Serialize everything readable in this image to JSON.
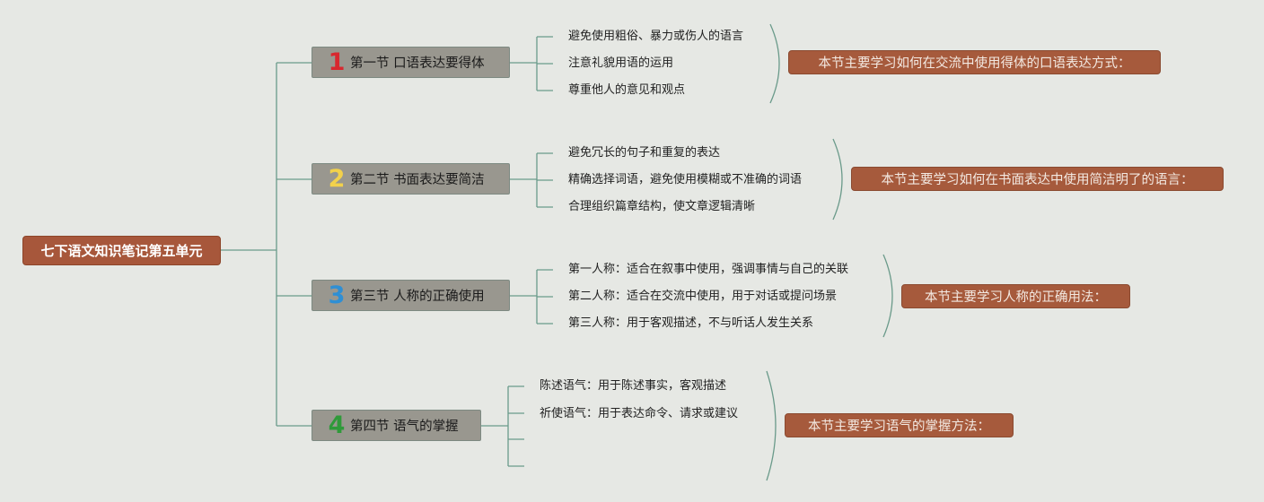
{
  "root": {
    "title": "七下语文知识笔记第五单元"
  },
  "sections": [
    {
      "number": "1",
      "number_color": "#d8282f",
      "title": "第一节 口语表达要得体",
      "items": [
        "避免使用粗俗、暴力或伤人的语言",
        "注意礼貌用语的运用",
        "尊重他人的意见和观点"
      ],
      "summary": "本节主要学习如何在交流中使用得体的口语表达方式："
    },
    {
      "number": "2",
      "number_color": "#f2d14b",
      "title": "第二节 书面表达要简洁",
      "items": [
        "避免冗长的句子和重复的表达",
        "精确选择词语，避免使用模糊或不准确的词语",
        "合理组织篇章结构，使文章逻辑清晰"
      ],
      "summary": "本节主要学习如何在书面表达中使用简洁明了的语言："
    },
    {
      "number": "3",
      "number_color": "#2f8fd4",
      "title": "第三节 人称的正确使用",
      "items": [
        "第一人称：适合在叙事中使用，强调事情与自己的关联",
        "第二人称：适合在交流中使用，用于对话或提问场景",
        "第三人称：用于客观描述，不与听话人发生关系"
      ],
      "summary": "本节主要学习人称的正确用法："
    },
    {
      "number": "4",
      "number_color": "#2f9a3a",
      "title": "第四节 语气的掌握",
      "items": [
        "陈述语气：用于陈述事实，客观描述",
        "祈使语气：用于表达命令、请求或建议",
        "",
        ""
      ],
      "summary": "本节主要学习语气的掌握方法："
    }
  ],
  "colors": {
    "line": "#6a9a8a"
  }
}
